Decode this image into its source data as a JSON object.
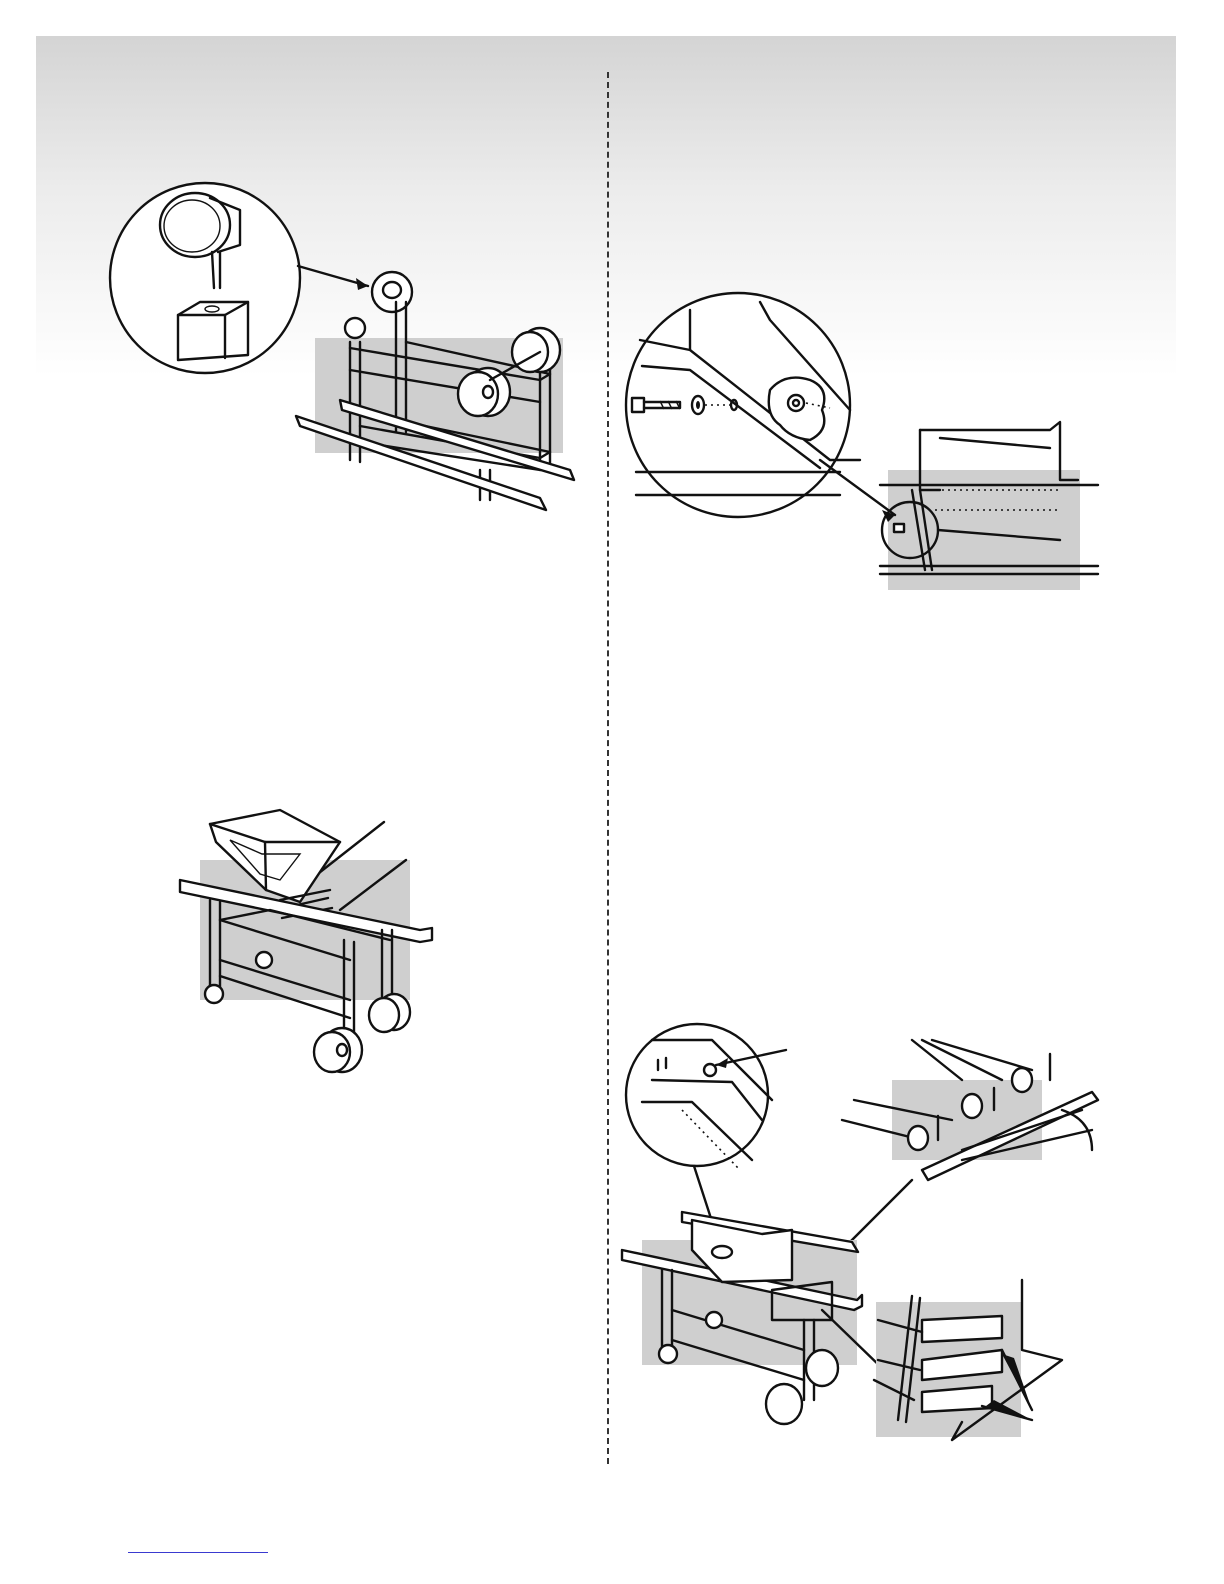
{
  "page": {
    "accent_gray": "#cfcfcf",
    "band_gray": "#d4d4d4",
    "line_color": "#111111",
    "link_color": "#3a3ad0"
  },
  "figures": [
    {
      "id": "caster-insert",
      "icon": "caster-detail-icon"
    },
    {
      "id": "frame-with-wheels",
      "icon": "frame-icon"
    },
    {
      "id": "firebox-bolt-detail",
      "icon": "bolt-washer-nut-icon"
    },
    {
      "id": "firebox-on-cart",
      "icon": "firebox-icon"
    },
    {
      "id": "burner-valve-assembly",
      "icon": "burner-valve-icon"
    }
  ]
}
